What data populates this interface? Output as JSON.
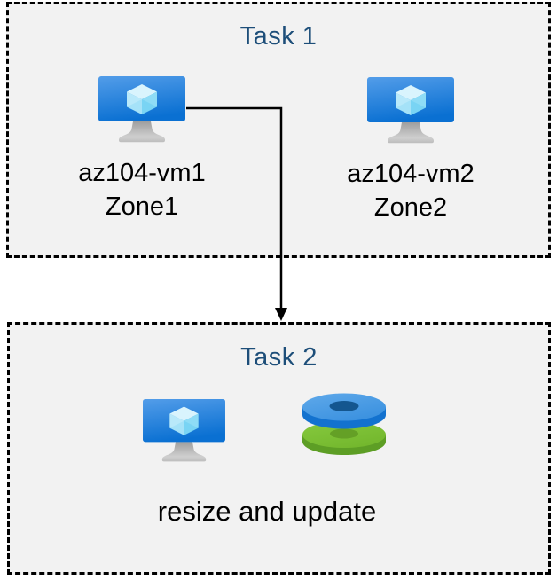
{
  "diagram": {
    "task1": {
      "title": "Task 1",
      "vms": [
        {
          "name": "az104-vm1",
          "zone": "Zone1",
          "icon": "azure-virtual-machine-icon"
        },
        {
          "name": "az104-vm2",
          "zone": "Zone2",
          "icon": "azure-virtual-machine-icon"
        }
      ]
    },
    "task2": {
      "title": "Task 2",
      "caption": "resize and update",
      "icons": [
        "azure-virtual-machine-icon",
        "azure-managed-disks-icon"
      ]
    },
    "connector": {
      "type": "elbow-arrow",
      "from": "az104-vm1",
      "to": "task2-box"
    },
    "colors": {
      "page_background": "#ffffff",
      "box_background": "#f2f2f2",
      "box_border": "#000000",
      "title_text": "#1d4e79",
      "label_text": "#000000",
      "arrow": "#000000",
      "vm_screen_gradient_top": "#539de9",
      "vm_screen_gradient_bottom": "#0a70d2",
      "vm_cube_top": "#d9f4fd",
      "vm_cube_left": "#a5e2f8",
      "vm_cube_right": "#79d4f4",
      "vm_stand_gradient_top": "#9e9e9e",
      "vm_stand_gradient_bottom": "#d8d8d8",
      "disk_blue_top": "#459ae4",
      "disk_blue_side": "#1372cf",
      "disk_blue_hole": "#14568f",
      "disk_green_top": "#7cbf35",
      "disk_green_side": "#5d9e25",
      "disk_green_hole": "#64a026"
    }
  }
}
